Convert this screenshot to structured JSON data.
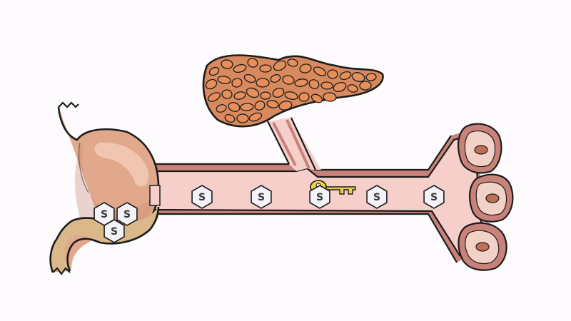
{
  "diagram": {
    "molecule_label": "S",
    "colors": {
      "background": "#fdfbfd",
      "outline": "#1c1c1c",
      "stomach": "#e1a88c",
      "stomach_shade": "#c98a72",
      "stomach_highlight": "#f1c6b0",
      "chyme": "#dab88a",
      "intestine": "#f6cfcb",
      "intestine_wall": "#c9827a",
      "pancreas": "#d88a5e",
      "pancreas_lobule": "#e68f5b",
      "cell": "#f2d1c6",
      "nucleus": "#c06f55",
      "key": "#e9d24a",
      "hexagon": "#f4f4f8"
    },
    "icons": [
      "stomach",
      "pancreas",
      "pancreatic-duct",
      "small-intestine",
      "secretin-molecule",
      "key",
      "intestinal-cell"
    ]
  }
}
